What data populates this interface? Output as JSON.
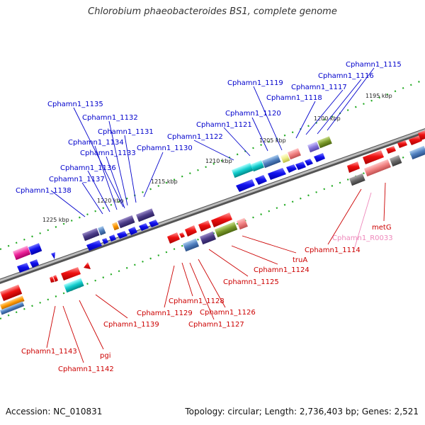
{
  "title": "Chlorobium phaeobacteroides BS1, complete genome",
  "footer": {
    "accession": "Accession: NC_010831",
    "summary": "Topology: circular; Length: 2,736,403 bp; Genes: 2,521"
  },
  "colors": {
    "forward_label": "#0000cc",
    "reverse_label": "#cc0000",
    "rna_label": "#ee88bb",
    "backbone": "#999999",
    "tick_dot": "#22aa22"
  },
  "scale_labels": [
    "1195 kbp",
    "1200 kbp",
    "1205 kbp",
    "1210 kbp",
    "1215 kbp",
    "1220 kbp",
    "1225 kbp"
  ],
  "forward_labels": [
    "Cphamn1_1115",
    "Cphamn1_1116",
    "Cphamn1_1117",
    "Cphamn1_1118",
    "Cphamn1_1119",
    "Cphamn1_1120",
    "Cphamn1_1121",
    "Cphamn1_1122",
    "Cphamn1_1130",
    "Cphamn1_1131",
    "Cphamn1_1132",
    "Cphamn1_1133",
    "Cphamn1_1134",
    "Cphamn1_1135",
    "Cphamn1_1136",
    "Cphamn1_1137",
    "Cphamn1_1138"
  ],
  "reverse_labels": [
    "metG",
    "Cphamn1_R0033",
    "Cphamn1_1114",
    "truA",
    "Cphamn1_1124",
    "Cphamn1_1125",
    "Cphamn1_1126",
    "Cphamn1_1127",
    "Cphamn1_1128",
    "Cphamn1_1129",
    "Cphamn1_1139",
    "pgi",
    "Cphamn1_1142",
    "Cphamn1_1143"
  ]
}
